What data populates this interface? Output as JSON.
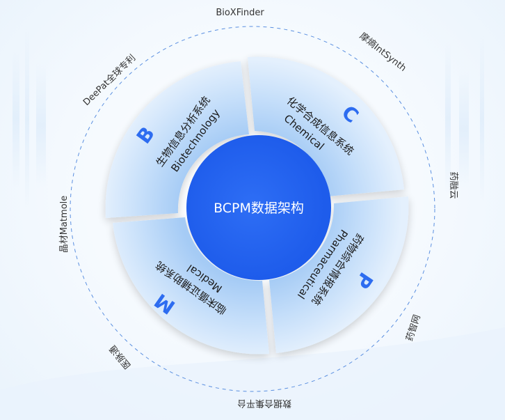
{
  "center": {
    "label": "BCPM数据架构"
  },
  "sectors": [
    {
      "key": "B",
      "letter": "B",
      "cn": "生物信息分析系统",
      "en": "Biotechnology"
    },
    {
      "key": "C",
      "letter": "C",
      "cn": "化学合成信息系统",
      "en": "Chemical"
    },
    {
      "key": "P",
      "letter": "P",
      "cn": "药物综合情报系统",
      "en": "Pharmaceutical"
    },
    {
      "key": "M",
      "letter": "M",
      "cn": "临床循证辅助系统",
      "en": "Medical"
    }
  ],
  "outer_labels": [
    {
      "id": "biox",
      "text": "BioXFinder"
    },
    {
      "id": "moxi",
      "text": "摩熵IntSynth"
    },
    {
      "id": "yaorong",
      "text": "药融云"
    },
    {
      "id": "yaozhi",
      "text": "药智网"
    },
    {
      "id": "bottom",
      "text": "数据合集平台"
    },
    {
      "id": "yimaiwei",
      "text": "医脉通"
    },
    {
      "id": "matmole",
      "text": "晶材Matmole"
    },
    {
      "id": "deepat",
      "text": "DeePat全球专利"
    }
  ],
  "colors": {
    "accent": "#2364F0",
    "letter": "#2D6CF0",
    "ring_light": "#D7E9FC",
    "ring_dark": "#A9CEF6",
    "dashed": "#5A8FE0"
  }
}
